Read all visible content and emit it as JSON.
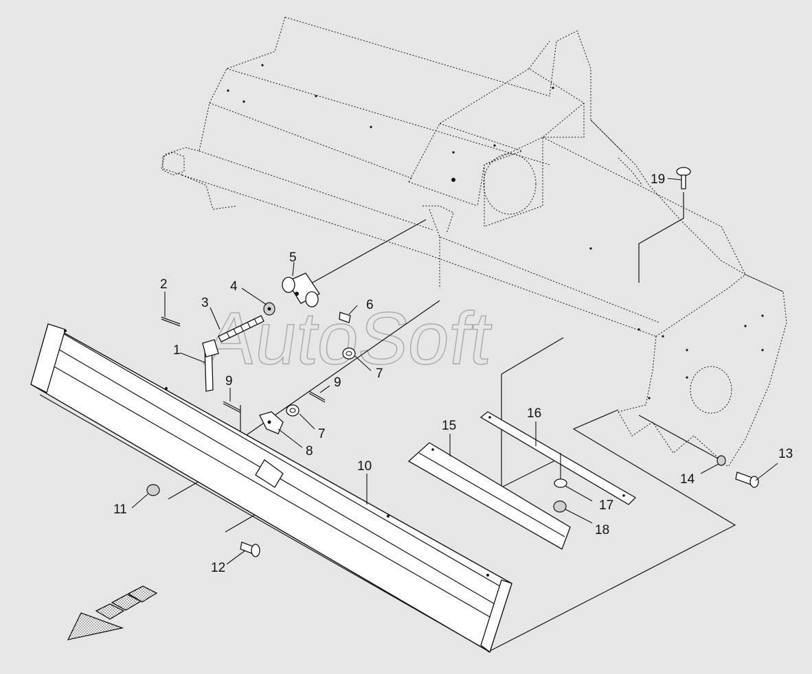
{
  "watermark": "AutoSoft",
  "callouts": [
    {
      "id": "c1",
      "label": "1"
    },
    {
      "id": "c2",
      "label": "2"
    },
    {
      "id": "c3",
      "label": "3"
    },
    {
      "id": "c4",
      "label": "4"
    },
    {
      "id": "c5",
      "label": "5"
    },
    {
      "id": "c6",
      "label": "6"
    },
    {
      "id": "c7a",
      "label": "7"
    },
    {
      "id": "c7b",
      "label": "7"
    },
    {
      "id": "c8",
      "label": "8"
    },
    {
      "id": "c9a",
      "label": "9"
    },
    {
      "id": "c9b",
      "label": "9"
    },
    {
      "id": "c10",
      "label": "10"
    },
    {
      "id": "c11",
      "label": "11"
    },
    {
      "id": "c12",
      "label": "12"
    },
    {
      "id": "c13",
      "label": "13"
    },
    {
      "id": "c14",
      "label": "14"
    },
    {
      "id": "c15",
      "label": "15"
    },
    {
      "id": "c16",
      "label": "16"
    },
    {
      "id": "c17",
      "label": "17"
    },
    {
      "id": "c18",
      "label": "18"
    },
    {
      "id": "c19",
      "label": "19"
    }
  ],
  "colors": {
    "background": "#e6e6e6",
    "line": "#111111",
    "watermark": "#9a9a9a"
  }
}
